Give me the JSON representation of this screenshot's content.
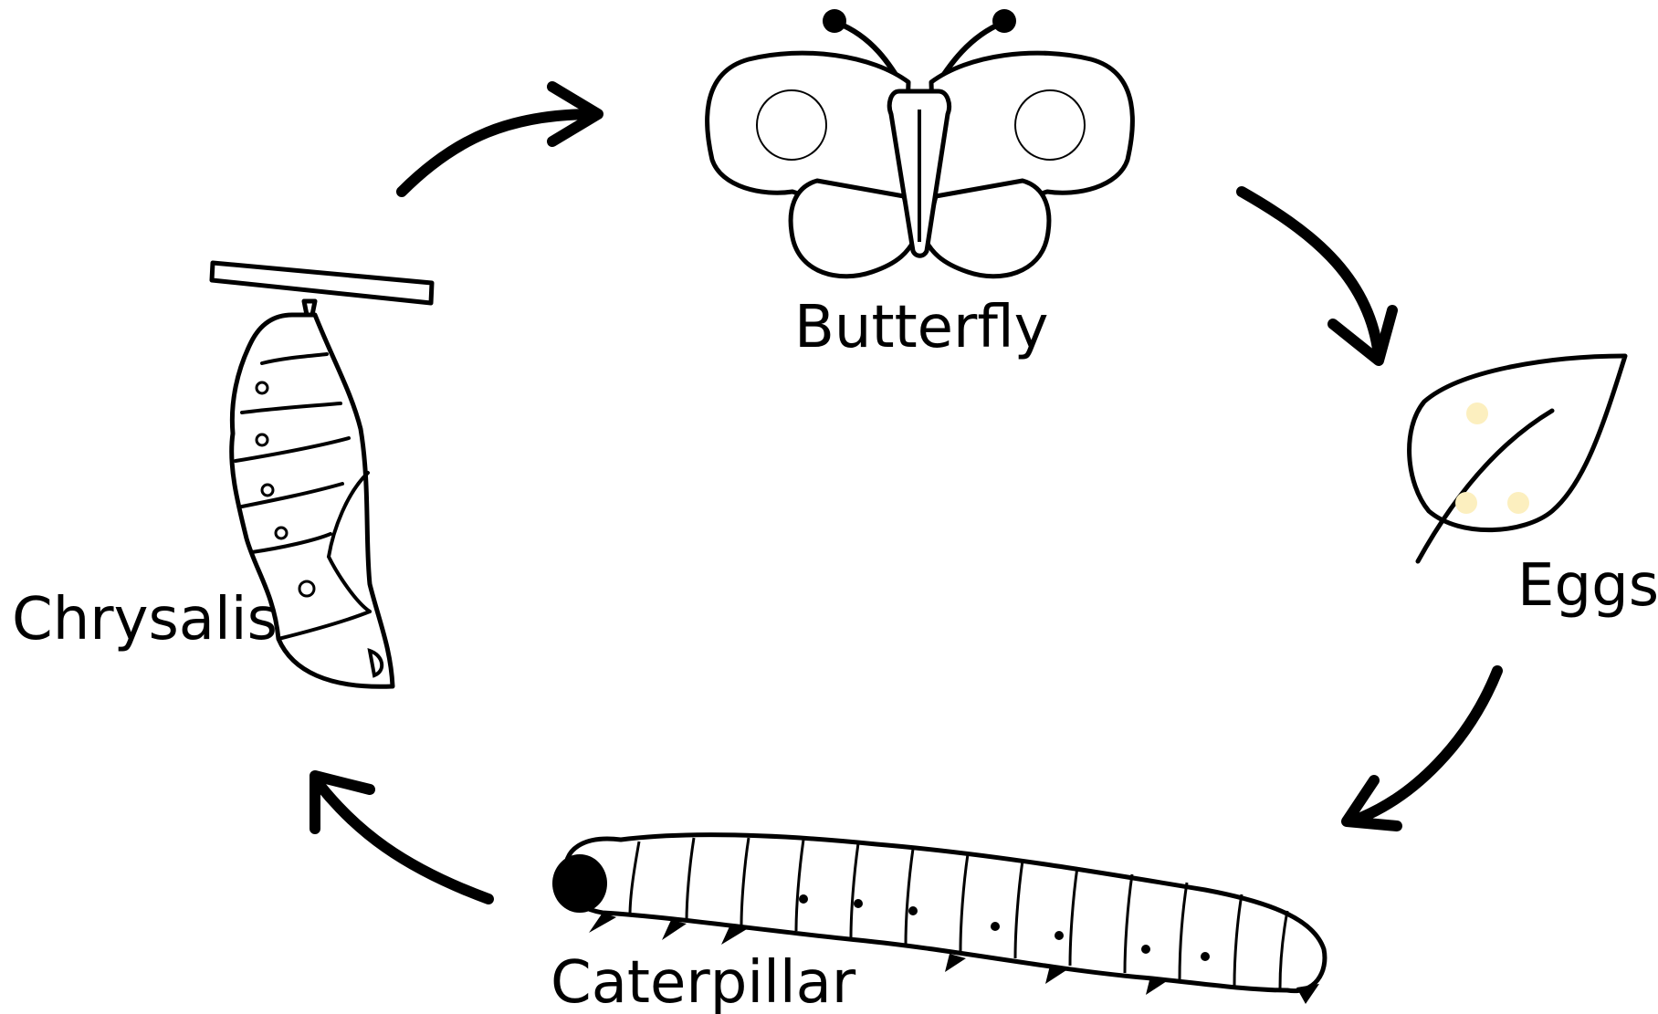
{
  "diagram": {
    "stages": {
      "butterfly": {
        "label": "Butterfly",
        "icon": "butterfly-icon"
      },
      "eggs": {
        "label": "Eggs",
        "icon": "leaf-with-eggs-icon"
      },
      "caterpillar": {
        "label": "Caterpillar",
        "icon": "caterpillar-icon"
      },
      "chrysalis": {
        "label": "Chrysalis",
        "icon": "chrysalis-icon"
      }
    },
    "colors": {
      "ink": "#000000",
      "background": "#ffffff",
      "egg": "#fcefbf"
    }
  }
}
